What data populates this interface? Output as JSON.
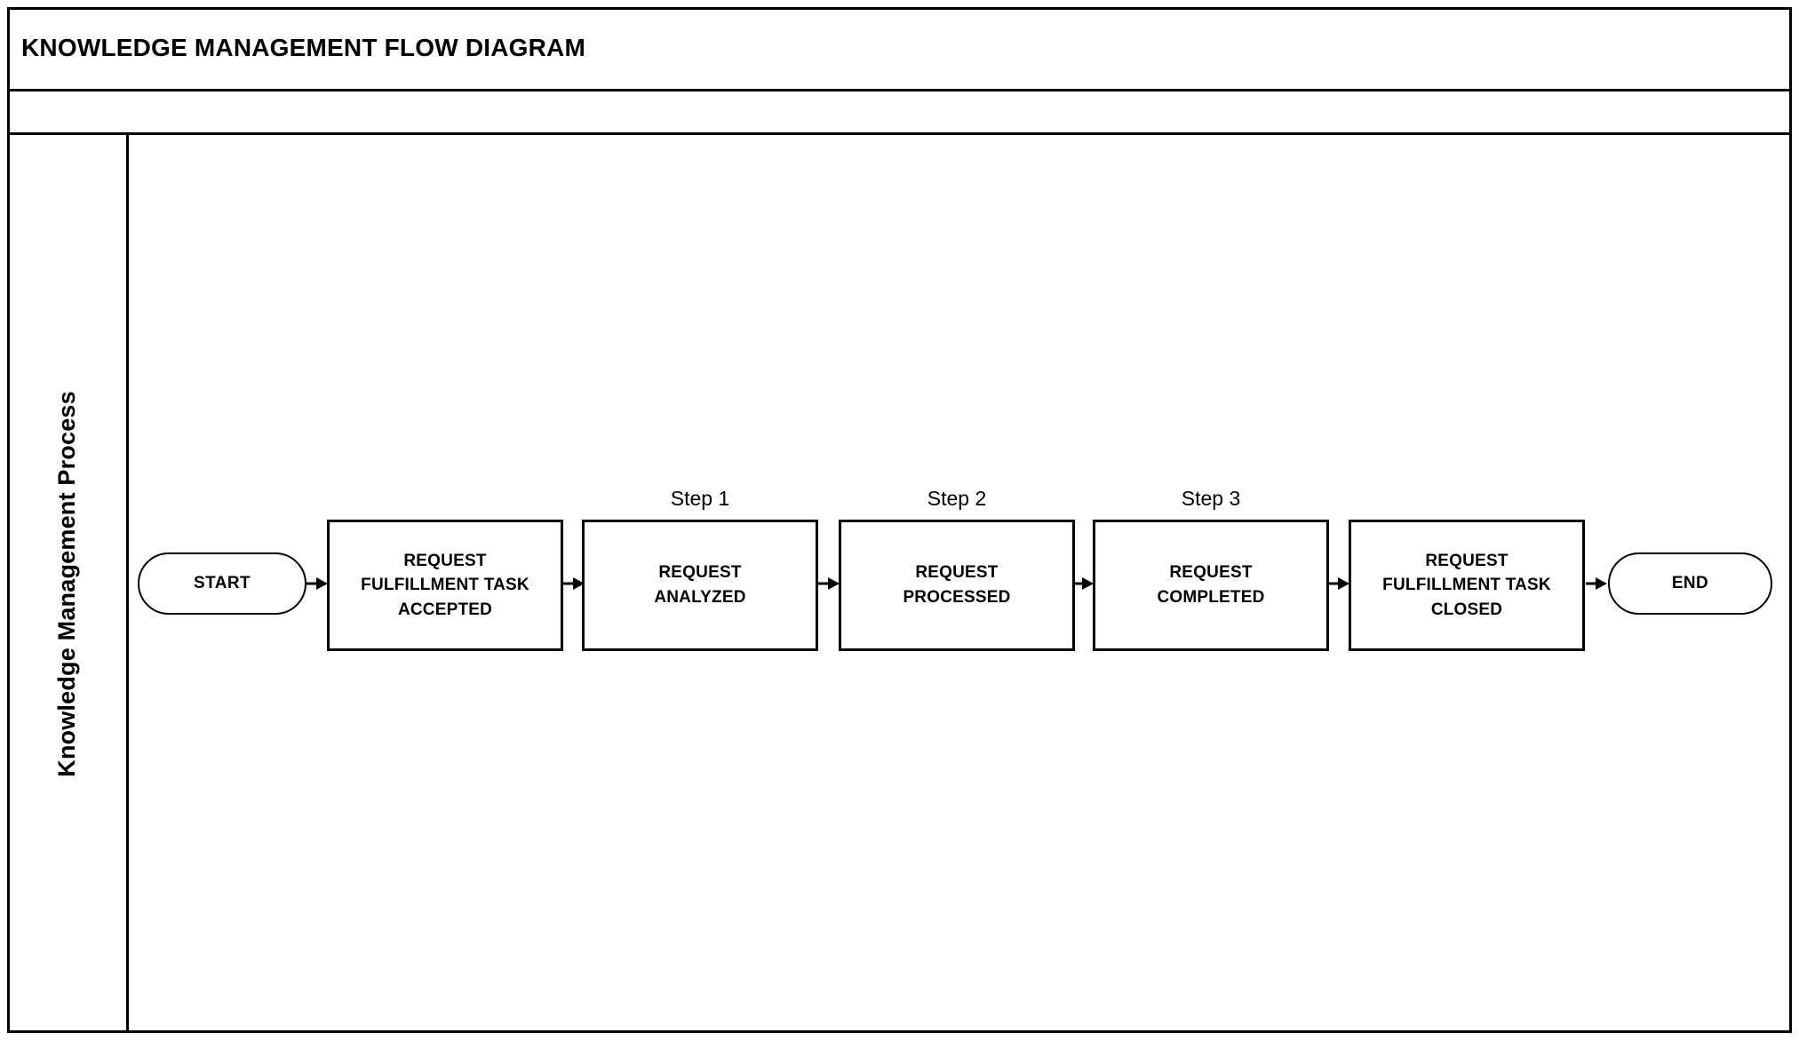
{
  "diagram": {
    "title": "KNOWLEDGE MANAGEMENT FLOW DIAGRAM",
    "lane_label": "Knowledge Management Process",
    "colors": {
      "stroke": "#000000",
      "fill": "#FFFFFF",
      "text": "#000000"
    },
    "start": {
      "label": "START",
      "shape": "terminator"
    },
    "end": {
      "label": "END",
      "shape": "terminator"
    },
    "nodes": [
      {
        "id": "node-1",
        "shape": "task",
        "caption": "",
        "lines": [
          "REQUEST",
          "FULFILLMENT TASK",
          "ACCEPTED"
        ]
      },
      {
        "id": "node-2",
        "shape": "task",
        "caption": "Step 1",
        "lines": [
          "REQUEST",
          "ANALYZED"
        ]
      },
      {
        "id": "node-3",
        "shape": "task",
        "caption": "Step 2",
        "lines": [
          "REQUEST",
          "PROCESSED"
        ]
      },
      {
        "id": "node-4",
        "shape": "task",
        "caption": "Step 3",
        "lines": [
          "REQUEST",
          "COMPLETED"
        ]
      },
      {
        "id": "node-5",
        "shape": "task",
        "caption": "",
        "lines": [
          "REQUEST",
          "FULFILLMENT TASK",
          "CLOSED"
        ]
      }
    ],
    "connectors": [
      {
        "from": "START",
        "to": "node-1",
        "type": "arrow"
      },
      {
        "from": "node-1",
        "to": "node-2",
        "type": "arrow"
      },
      {
        "from": "node-2",
        "to": "node-3",
        "type": "arrow"
      },
      {
        "from": "node-3",
        "to": "node-4",
        "type": "arrow"
      },
      {
        "from": "node-4",
        "to": "node-5",
        "type": "arrow"
      },
      {
        "from": "node-5",
        "to": "END",
        "type": "arrow"
      }
    ]
  }
}
